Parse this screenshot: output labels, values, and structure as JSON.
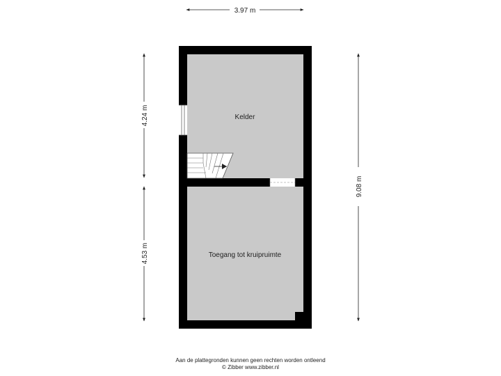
{
  "dimensions": {
    "width_top": "3.97 m",
    "height_right": "9.08 m",
    "height_upper_left": "4.24 m",
    "height_lower_left": "4.53 m"
  },
  "rooms": {
    "upper": "Kelder",
    "lower": "Toegang tot kruipruimte"
  },
  "footer": {
    "line1": "Aan de plattegronden kunnen geen rechten worden ontleend",
    "line2": "© Zibber www.zibber.nl"
  },
  "colors": {
    "wall": "#000000",
    "floor": "#c9c9c9",
    "dimension_line": "#222222"
  }
}
